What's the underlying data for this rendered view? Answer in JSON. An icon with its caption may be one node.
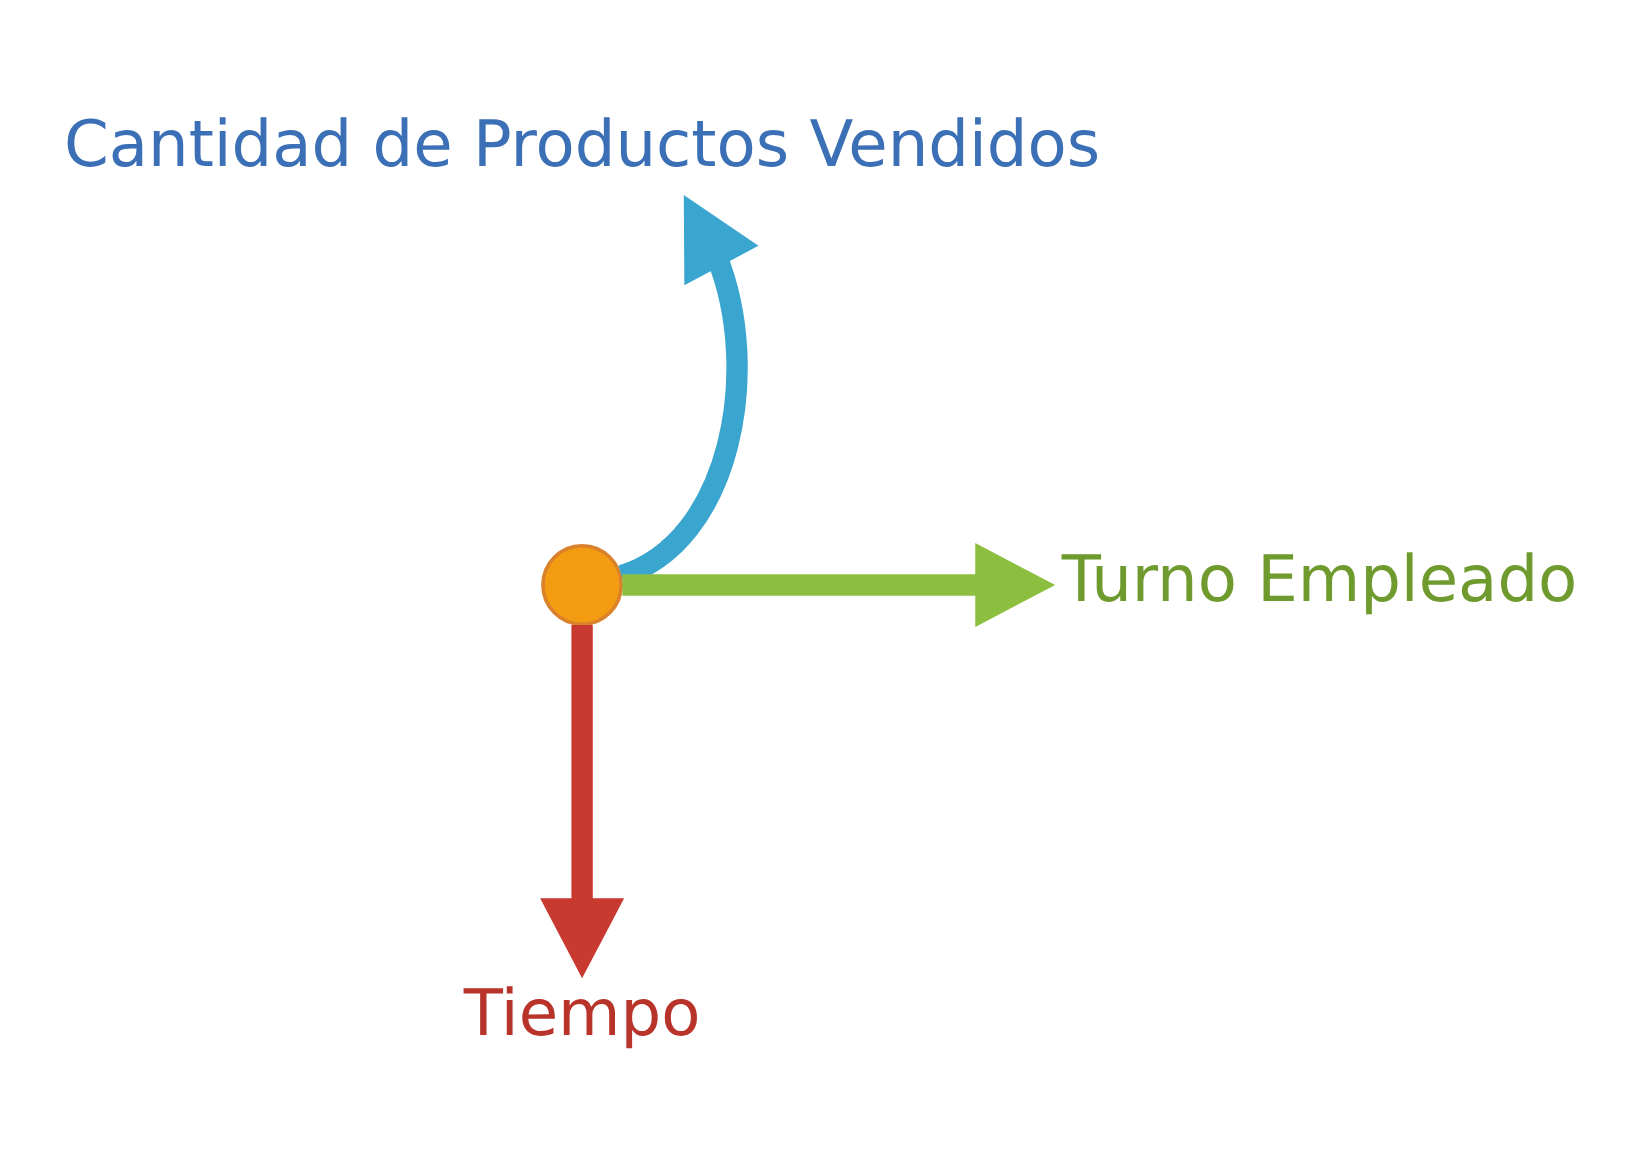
{
  "diagram": {
    "nodes": [
      {
        "text": [],
        "shape": "circle"
      },
      {
        "text": [
          "Cantidad de Productos Vendidos"
        ]
      },
      {
        "text": [
          "Turno Empleado"
        ]
      },
      {
        "text": [
          "Tiempo"
        ]
      }
    ],
    "edges": [
      {
        "from": 0,
        "to": 1,
        "arrow": "to",
        "color": "#3aa6d0"
      },
      {
        "from": 0,
        "to": 2,
        "arrow": "to",
        "color": "#8cbf3f"
      },
      {
        "from": 0,
        "to": 3,
        "arrow": "to",
        "color": "#c8392f"
      }
    ]
  }
}
